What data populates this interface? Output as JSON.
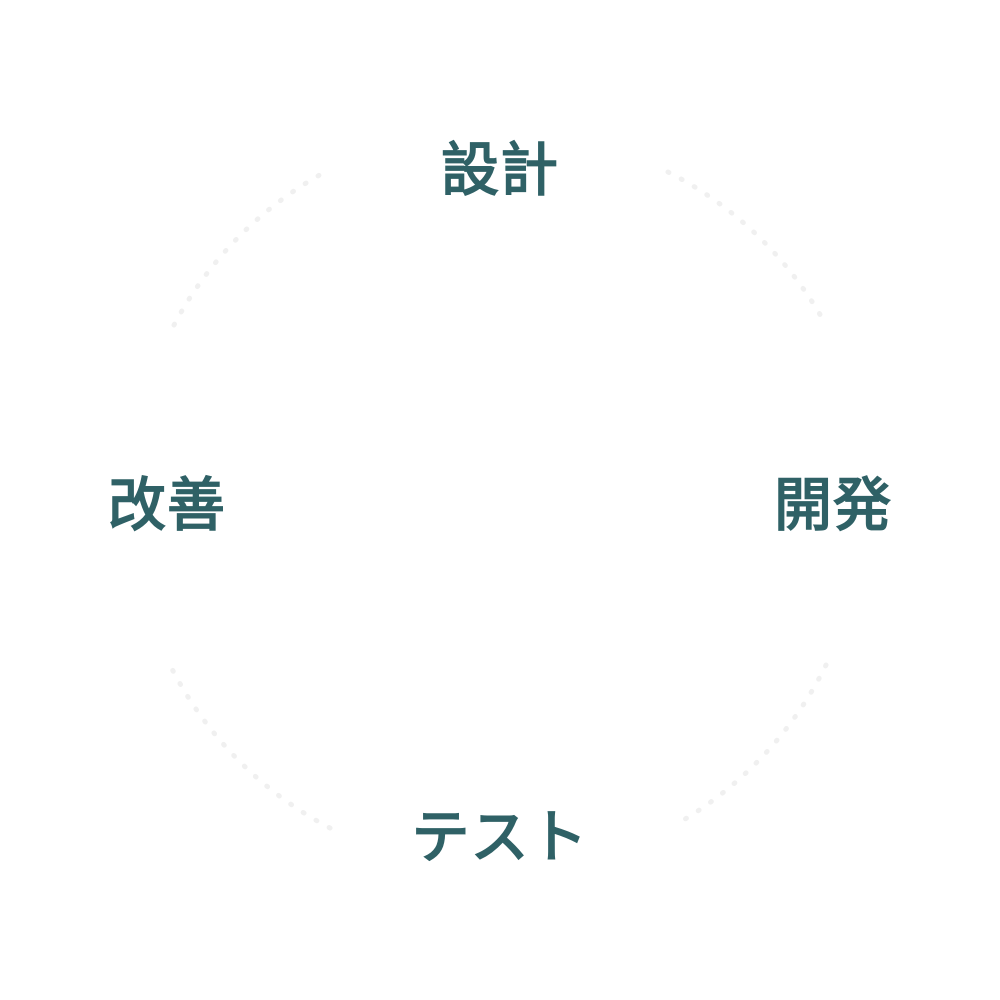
{
  "cycle": {
    "steps": [
      {
        "label": "設計"
      },
      {
        "label": "開発"
      },
      {
        "label": "テスト"
      },
      {
        "label": "改善"
      }
    ],
    "label_color": "#2f6166",
    "arc_color": "#f0f0f0"
  }
}
